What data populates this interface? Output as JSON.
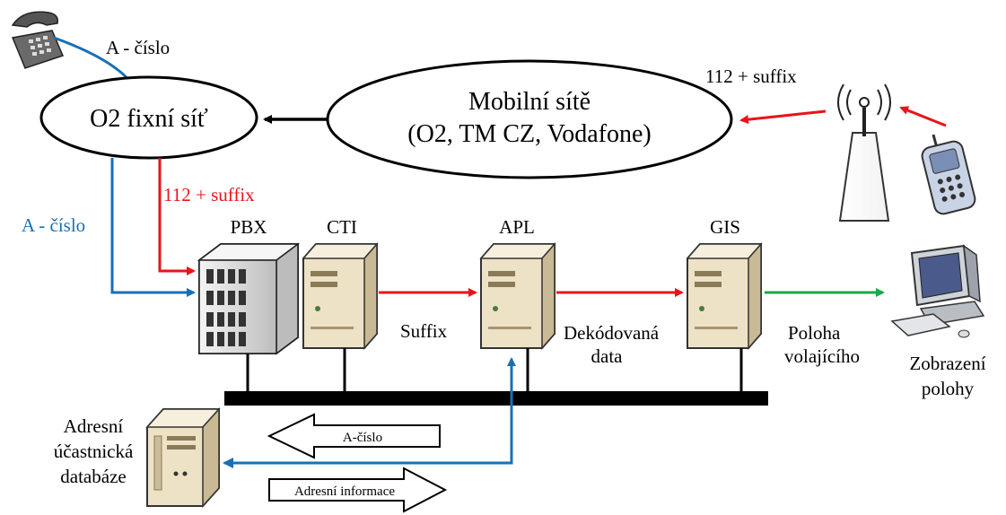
{
  "phone_link_label": "A - číslo",
  "fixed_network": {
    "label": "O2 fixní síť"
  },
  "mobile_networks": {
    "line1": "Mobilní sítě",
    "line2": "(O2, TM CZ, Vodafone)"
  },
  "mobile_link_label": "112 + suffix",
  "fixed_to_pbx_red_label": "112 + suffix",
  "fixed_to_pbx_blue_label": "A - číslo",
  "servers": {
    "pbx": "PBX",
    "cti": "CTI",
    "apl": "APL",
    "gis": "GIS"
  },
  "cti_to_apl_label": "Suffix",
  "apl_to_gis_label": {
    "line1": "Dekódovaná",
    "line2": "data"
  },
  "gis_to_display_label": {
    "line1": "Poloha",
    "line2": "volajícího"
  },
  "display_label": {
    "line1": "Zobrazení",
    "line2": "polohy"
  },
  "database_label": {
    "line1": "Adresní",
    "line2": "účastnická",
    "line3": "databáze"
  },
  "query_arrow_label": "A-číslo",
  "response_arrow_label": "Adresní informace",
  "colors": {
    "red": "#e8141b",
    "blue": "#1a6fb4",
    "green": "#1aa84a",
    "black": "#000000"
  }
}
